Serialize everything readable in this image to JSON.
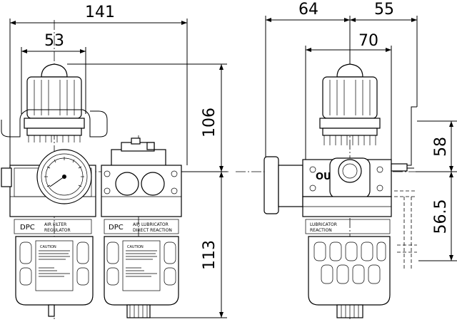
{
  "dimensions": {
    "width_total": "141",
    "width_center": "53",
    "height_upper": "106",
    "height_lower": "113",
    "side_left": "64",
    "side_right": "55",
    "side_mid": "70",
    "side_height_upper": "58",
    "side_height_lower": "56.5"
  },
  "labels": {
    "brand_left": "DPC",
    "filter_regulator_line1": "AIR   FILTER",
    "filter_regulator_line2": "REGULATOR",
    "brand_right": "DPC",
    "lubricator_line1": "AIR   LUBRICATOR",
    "lubricator_line2": "DIRECT  REACTION",
    "caution_left": "CAUTION",
    "caution_right": "CAUTION",
    "out_port": "OUT",
    "side_lubricator_line1": "LUBRICATOR",
    "side_lubricator_line2": "REACTION"
  }
}
